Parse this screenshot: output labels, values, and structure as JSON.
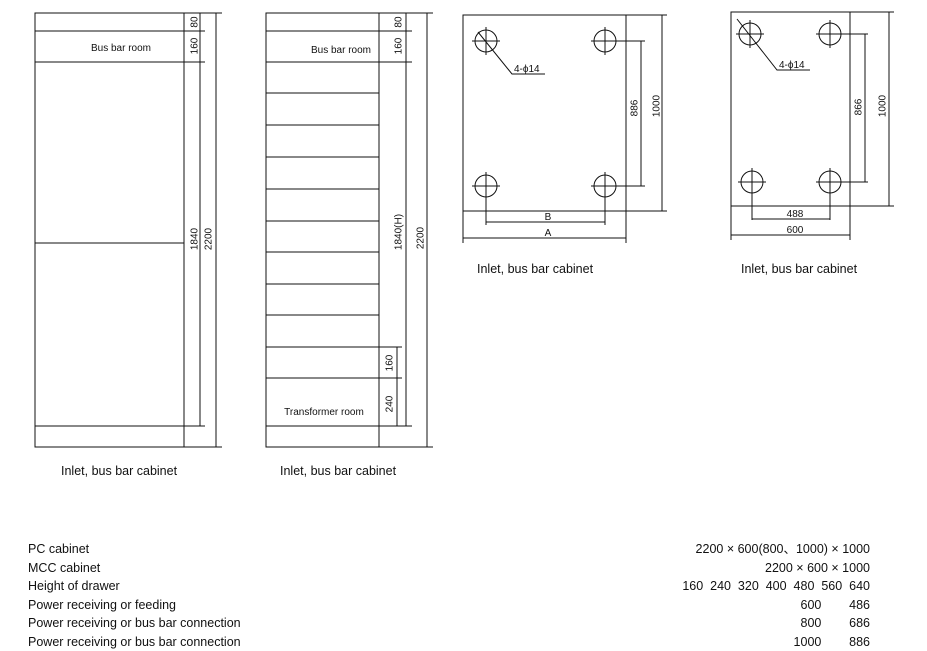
{
  "elevations": [
    {
      "caption": "Inlet, bus bar cabinet",
      "busbar_label": "Bus bar room",
      "dims": [
        "80",
        "160",
        "1840",
        "2200"
      ]
    },
    {
      "caption": "Inlet, bus bar cabinet",
      "busbar_label": "Bus bar room",
      "transformer_label": "Transformer room",
      "dims": [
        "80",
        "160",
        "1840(H)",
        "2200",
        "160",
        "240"
      ]
    }
  ],
  "plans": [
    {
      "caption": "Inlet, bus bar cabinet",
      "hole_label": "4-ϕ14",
      "inner_width": "B",
      "outer_width": "A",
      "hole_spacing": "886",
      "depth": "1000"
    },
    {
      "caption": "Inlet, bus bar cabinet",
      "hole_label": "4-ϕ14",
      "inner_width": "488",
      "outer_width": "600",
      "hole_spacing": "866",
      "depth": "1000"
    }
  ],
  "specs": [
    {
      "label": "PC cabinet",
      "value": "2200 × 600(800、1000) × 1000"
    },
    {
      "label": "MCC cabinet",
      "value": "2200 × 600 × 1000"
    },
    {
      "label": "Height of drawer",
      "value": "160  240  320  400  480  560  640"
    },
    {
      "label": "Power receiving or feeding",
      "value": "600        486"
    },
    {
      "label": "Power receiving or bus bar connection",
      "value": "800        686"
    },
    {
      "label": "Power receiving or bus bar connection",
      "value": "1000        886"
    }
  ]
}
